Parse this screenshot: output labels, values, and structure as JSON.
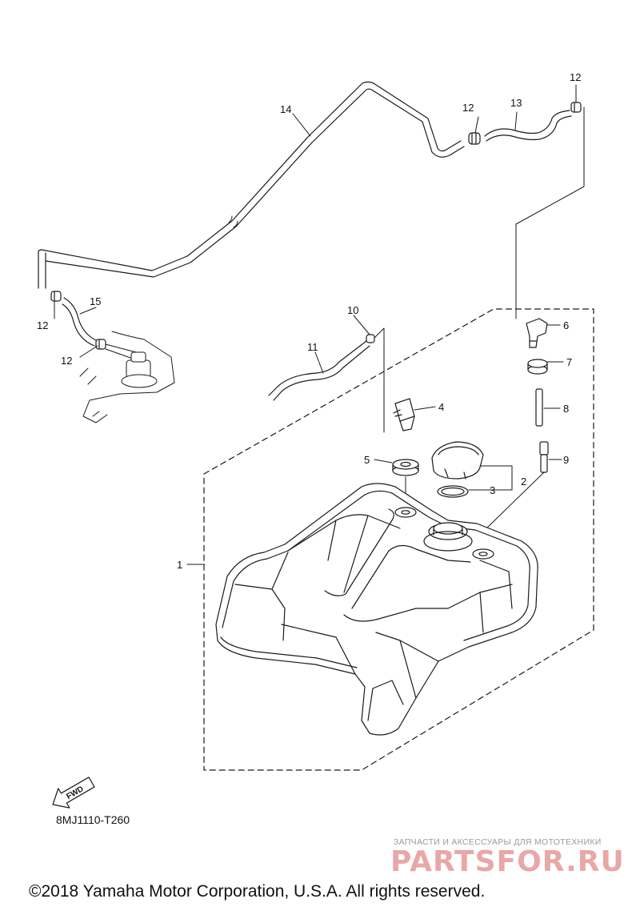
{
  "diagram": {
    "callouts": [
      {
        "id": "c1",
        "text": "1"
      },
      {
        "id": "c2",
        "text": "2"
      },
      {
        "id": "c3",
        "text": "3"
      },
      {
        "id": "c4",
        "text": "4"
      },
      {
        "id": "c5",
        "text": "5"
      },
      {
        "id": "c6",
        "text": "6"
      },
      {
        "id": "c7",
        "text": "7"
      },
      {
        "id": "c8",
        "text": "8"
      },
      {
        "id": "c9",
        "text": "9"
      },
      {
        "id": "c10",
        "text": "10"
      },
      {
        "id": "c11",
        "text": "11"
      },
      {
        "id": "c12a",
        "text": "12"
      },
      {
        "id": "c12b",
        "text": "12"
      },
      {
        "id": "c12c",
        "text": "12"
      },
      {
        "id": "c12d",
        "text": "12"
      },
      {
        "id": "c13",
        "text": "13"
      },
      {
        "id": "c14",
        "text": "14"
      },
      {
        "id": "c15",
        "text": "15"
      }
    ],
    "fwd_label": "FWD",
    "part_code": "8MJ1110-T260"
  },
  "watermark": {
    "tagline": "ЗАПЧАСТИ И АКСЕССУАРЫ ДЛЯ МОТОТЕХНИКИ",
    "brand": "PARTSFOR.RU"
  },
  "copyright": "©2018 Yamaha Motor Corporation, U.S.A. All rights reserved.",
  "colors": {
    "line": "#1a1a1a",
    "watermark": "#e9a7a7"
  }
}
